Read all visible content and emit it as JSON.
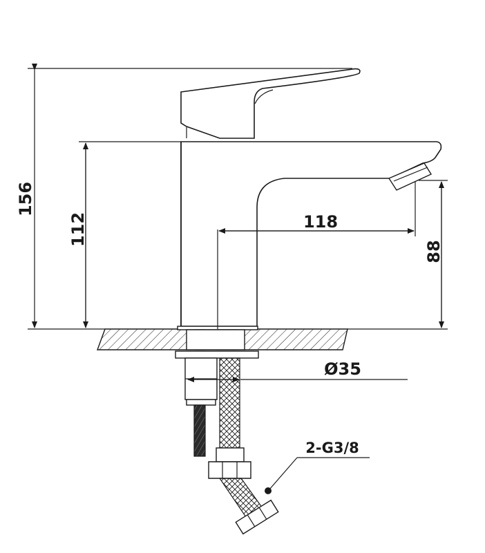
{
  "dimensions": {
    "overall_height": "156",
    "body_height": "112",
    "spout_reach": "118",
    "spout_height": "88",
    "base_diameter": "Ø35"
  },
  "labels": {
    "hose_connection": "2-G3/8"
  },
  "colors": {
    "line": "#1a1a1a",
    "background": "#ffffff"
  }
}
